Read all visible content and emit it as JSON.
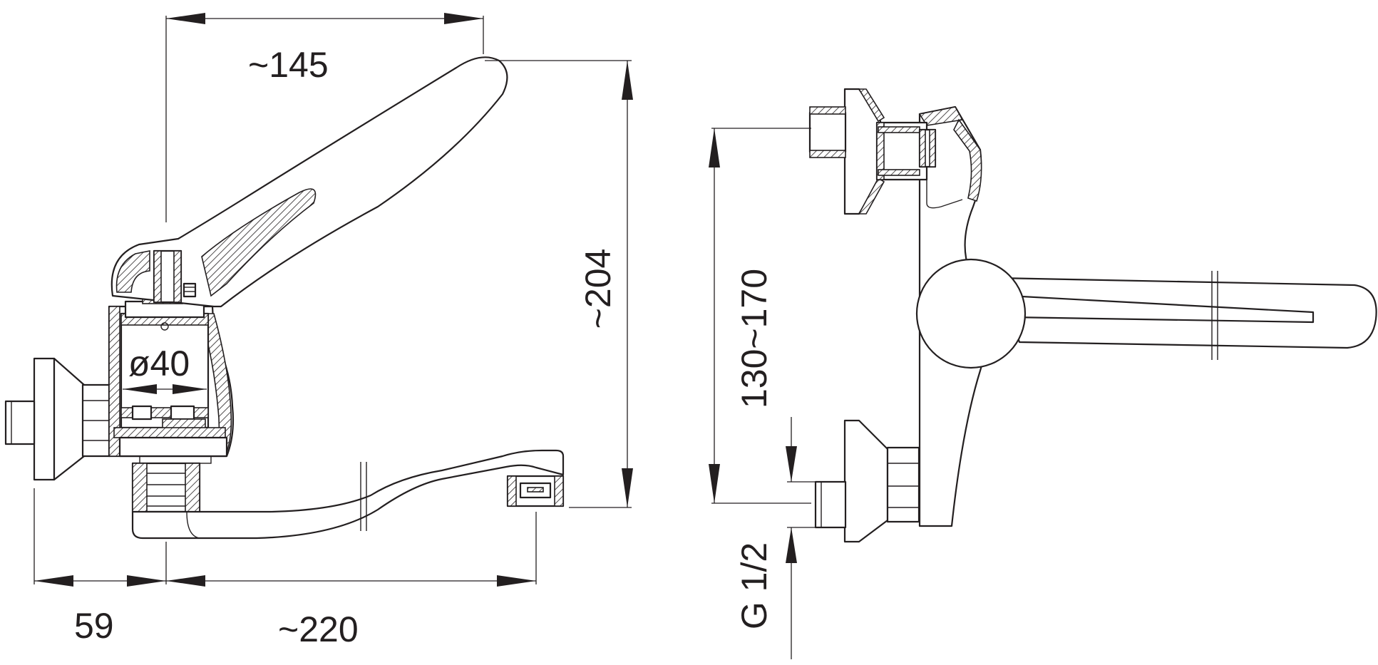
{
  "dimensions": {
    "handle_reach": "~145",
    "total_height": "~204",
    "body_diameter": "ø40",
    "wall_offset": "59",
    "spout_reach": "~220",
    "inlet_centres": "130~170",
    "thread": "G 1/2"
  }
}
